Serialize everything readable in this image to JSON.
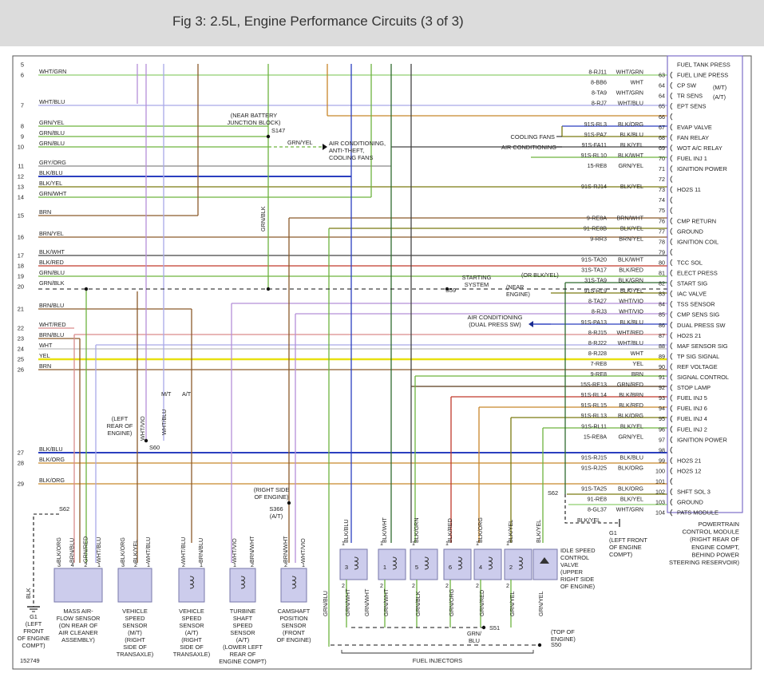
{
  "title": "Fig 3: 2.5L, Engine Performance Circuits (3 of 3)",
  "figure_id": "152749",
  "colors": {
    "green": "#6db33f",
    "brown": "#8b5a2b",
    "blue": "#2b3fbf",
    "yellow": "#e8e010",
    "violet": "#b58fd8",
    "red": "#c0392b",
    "orange": "#e08a2a",
    "white": "#bdbdbd",
    "gray": "#888888",
    "black": "#222222",
    "pink": "#e9a9c9"
  },
  "left_wires": [
    {
      "num": "5",
      "color": ""
    },
    {
      "num": "6",
      "color": "WHT/GRN"
    },
    {
      "num": "7",
      "color": "WHT/BLU"
    },
    {
      "num": "8",
      "color": "GRN/YEL"
    },
    {
      "num": "9",
      "color": "GRN/BLU"
    },
    {
      "num": "10",
      "color": "GRN/BLU"
    },
    {
      "num": "11",
      "color": "GRY/ORG"
    },
    {
      "num": "12",
      "color": "BLK/BLU"
    },
    {
      "num": "13",
      "color": "BLK/YEL"
    },
    {
      "num": "14",
      "color": "GRN/WHT"
    },
    {
      "num": "15",
      "color": "BRN"
    },
    {
      "num": "16",
      "color": "BRN/YEL"
    },
    {
      "num": "17",
      "color": "BLK/WHT"
    },
    {
      "num": "18",
      "color": "BLK/RED"
    },
    {
      "num": "19",
      "color": "GRN/BLU"
    },
    {
      "num": "20",
      "color": "GRN/BLK"
    },
    {
      "num": "21",
      "color": "BRN/BLU"
    },
    {
      "num": "22",
      "color": "WHT/RED"
    },
    {
      "num": "23",
      "color": "BRN/BLU"
    },
    {
      "num": "24",
      "color": "WHT"
    },
    {
      "num": "25",
      "color": "YEL"
    },
    {
      "num": "26",
      "color": "BRN"
    },
    {
      "num": "27",
      "color": "BLK/BLU"
    },
    {
      "num": "28",
      "color": "BLK/ORG"
    },
    {
      "num": "29",
      "color": "BLK/ORG"
    }
  ],
  "pcm_pins": [
    {
      "circuit": "",
      "color": "",
      "pin": "",
      "label": "FUEL TANK PRESS"
    },
    {
      "circuit": "8-RJ11",
      "color": "WHT/GRN",
      "pin": "63",
      "label": "FUEL LINE PRESS"
    },
    {
      "circuit": "8-BB6",
      "color": "WHT",
      "pin": "64",
      "label": "CP SW"
    },
    {
      "circuit": "8-TA9",
      "color": "WHT/GRN",
      "pin": "64",
      "label": "TR SENS"
    },
    {
      "circuit": "8-RJ7",
      "color": "WHT/BLU",
      "pin": "65",
      "label": "EPT SENS"
    },
    {
      "circuit": "",
      "color": "",
      "pin": "66",
      "label": ""
    },
    {
      "circuit": "91S-RL3",
      "color": "BLK/ORG",
      "pin": "67",
      "label": "EVAP VALVE"
    },
    {
      "circuit": "91S-PA7",
      "color": "BLK/BLU",
      "pin": "68",
      "label": "FAN RELAY"
    },
    {
      "circuit": "91S-FA11",
      "color": "BLK/YEL",
      "pin": "69",
      "label": "WOT A/C RELAY"
    },
    {
      "circuit": "91S-RL10",
      "color": "BLK/WHT",
      "pin": "70",
      "label": "FUEL INJ 1"
    },
    {
      "circuit": "15-RE8",
      "color": "GRN/YEL",
      "pin": "71",
      "label": "IGNITION POWER"
    },
    {
      "circuit": "",
      "color": "",
      "pin": "72",
      "label": ""
    },
    {
      "circuit": "91S-RJ14",
      "color": "BLK/YEL",
      "pin": "73",
      "label": "HO2S 11"
    },
    {
      "circuit": "",
      "color": "",
      "pin": "74",
      "label": ""
    },
    {
      "circuit": "",
      "color": "",
      "pin": "75",
      "label": ""
    },
    {
      "circuit": "9-RE8A",
      "color": "BRN/WHT",
      "pin": "76",
      "label": "CMP RETURN"
    },
    {
      "circuit": "91-RE8B",
      "color": "BLK/YEL",
      "pin": "77",
      "label": "GROUND"
    },
    {
      "circuit": "9-RR3",
      "color": "BRN/YEL",
      "pin": "78",
      "label": "IGNITION COIL"
    },
    {
      "circuit": "",
      "color": "",
      "pin": "79",
      "label": ""
    },
    {
      "circuit": "91S-TA20",
      "color": "BLK/WHT",
      "pin": "80",
      "label": "TCC SOL"
    },
    {
      "circuit": "31S-TA17",
      "color": "BLK/RED",
      "pin": "81",
      "label": "ELECT PRESS"
    },
    {
      "circuit": "31S-TA9",
      "color": "BLK/GRN",
      "pin": "82",
      "label": "START SIG"
    },
    {
      "circuit": "91S-RL9",
      "color": "BLK/YEL",
      "pin": "83",
      "label": "IAC VALVE"
    },
    {
      "circuit": "8-TA27",
      "color": "WHT/VIO",
      "pin": "84",
      "label": "TSS SENSOR"
    },
    {
      "circuit": "8-RJ3",
      "color": "WHT/VIO",
      "pin": "85",
      "label": "CMP SENS SIG"
    },
    {
      "circuit": "91S-PA13",
      "color": "BLK/BLU",
      "pin": "86",
      "label": "DUAL PRESS SW"
    },
    {
      "circuit": "8-RJ15",
      "color": "WHT/RED",
      "pin": "87",
      "label": "HO2S 21"
    },
    {
      "circuit": "8-RJ22",
      "color": "WHT/BLU",
      "pin": "88",
      "label": "MAF SENSOR SIG"
    },
    {
      "circuit": "8-RJ28",
      "color": "WHT",
      "pin": "89",
      "label": "TP SIG SIGNAL"
    },
    {
      "circuit": "7-RE8",
      "color": "YEL",
      "pin": "90",
      "label": "REF VOLTAGE"
    },
    {
      "circuit": "9-RE8",
      "color": "BRN",
      "pin": "91",
      "label": "SIGNAL CONTROL"
    },
    {
      "circuit": "15S-RE13",
      "color": "GRN/RED",
      "pin": "92",
      "label": "STOP LAMP"
    },
    {
      "circuit": "91S-RL14",
      "color": "BLK/BRN",
      "pin": "93",
      "label": "FUEL INJ 5"
    },
    {
      "circuit": "91S-RL15",
      "color": "BLK/RED",
      "pin": "94",
      "label": "FUEL INJ 6"
    },
    {
      "circuit": "91S-RL13",
      "color": "BLK/ORG",
      "pin": "95",
      "label": "FUEL INJ 4"
    },
    {
      "circuit": "91S-RL11",
      "color": "BLK/YEL",
      "pin": "96",
      "label": "FUEL INJ 2"
    },
    {
      "circuit": "15-RE8A",
      "color": "GRN/YEL",
      "pin": "97",
      "label": "IGNITION POWER"
    },
    {
      "circuit": "",
      "color": "",
      "pin": "98",
      "label": ""
    },
    {
      "circuit": "91S-RJ15",
      "color": "BLK/BLU",
      "pin": "99",
      "label": "HO2S 21"
    },
    {
      "circuit": "91S-RJ25",
      "color": "BLK/ORG",
      "pin": "100",
      "label": "HO2S 12"
    },
    {
      "circuit": "",
      "color": "",
      "pin": "101",
      "label": ""
    },
    {
      "circuit": "91S-TA25",
      "color": "BLK/ORG",
      "pin": "102",
      "label": "SHFT SOL 3"
    },
    {
      "circuit": "91-RE8",
      "color": "BLK/YEL",
      "pin": "103",
      "label": "GROUND"
    },
    {
      "circuit": "8-GL37",
      "color": "WHT/GRN",
      "pin": "104",
      "label": "PATS MODULE"
    }
  ],
  "pcm": {
    "label": "POWERTRAIN\nCONTROL MODULE\n(RIGHT REAR OF\nENGINE COMPT,\nBEHIND POWER\nSTEERING RESERVOIR)",
    "mt": "(M/T)",
    "at": "(A/T)"
  },
  "annotations": {
    "battery": "(NEAR BATTERY\nJUNCTION BLOCK)",
    "s147": "S147",
    "s147_wire": "GRN/YEL",
    "ac_anti_theft": "AIR CONDITIONING,\nANTI-THEFT,\nCOOLING FANS",
    "cooling_fans": "COOLING FANS",
    "air_conditioning": "AIR CONDITIONING",
    "grn_blk_vertical": "GRN/BLK",
    "starting_system": "STARTING\nSYSTEM",
    "or_blk_yel": "(OR BLK/YEL)",
    "near_engine": "(NEAR\nENGINE)",
    "s59": "S59",
    "ac_dual": "AIR CONDITIONING\n(DUAL PRESS SW)",
    "mt_at": "M/T",
    "at_only": "A/T",
    "wht_blu_vert": "WHT/BLU",
    "wht_vio_vert": "WHT/VIO",
    "left_rear_engine": "(LEFT\nREAR OF\nENGINE)",
    "s60": "S60",
    "s62_left": "S62",
    "s62_right": "S62",
    "s366": "S366\n(A/T)",
    "right_side_engine": "(RIGHT SIDE\nOF ENGINE)",
    "blk_yel_ground": "BLK/YEL",
    "g1_right": "G1\n(LEFT FRONT\nOF ENGINE\nCOMPT)",
    "s51": "S51",
    "s50": "S50",
    "top_of_engine": "(TOP OF\nENGINE)",
    "grn_blu_bottom": "GRN/\nBLU",
    "fuel_injectors": "FUEL INJECTORS"
  },
  "components": [
    {
      "name": "G1\n(LEFT\nFRONT\nOF ENGINE\nCOMPT)",
      "wires": [
        "BLK"
      ]
    },
    {
      "name": "MASS AIR-\nFLOW SENSOR\n(ON REAR OF\nAIR CLEANER\nASSEMBLY)",
      "wires": [
        "BLK/ORG",
        "BRN/BLU",
        "GRN/RED",
        "WHT/BLU"
      ],
      "pins": [
        "3",
        "4",
        "2",
        "1"
      ]
    },
    {
      "name": "VEHICLE\nSPEED\nSENSOR\n(M/T)\n(RIGHT\nSIDE OF\nTRANSAXLE)",
      "wires": [
        "BLK/ORG",
        "BLK/YEL",
        "WHT/BLU"
      ],
      "pins": [
        "3",
        "2",
        "1"
      ]
    },
    {
      "name": "VEHICLE\nSPEED\nSENSOR\n(A/T)\n(RIGHT\nSIDE OF\nTRANSAXLE)",
      "wires": [
        "WHT/BLU",
        "BRN/BLU"
      ],
      "pins": [
        "2",
        "1"
      ]
    },
    {
      "name": "TURBINE\nSHAFT\nSPEED\nSENSOR\n(A/T)\n(LOWER LEFT\nREAR OF\nENGINE COMPT)",
      "wires": [
        "WHT/VIO",
        "BRN/WHT"
      ],
      "pins": [
        "1",
        "2"
      ]
    },
    {
      "name": "CAMSHAFT\nPOSITION\nSENSOR\n(FRONT\nOF ENGINE)",
      "wires": [
        "BRN/WHT",
        "WHT/VIO"
      ],
      "pins": [
        "2",
        "1"
      ]
    }
  ],
  "injectors": [
    {
      "num": "3",
      "top": "BLK/BLU",
      "bottom": "GRN/WHT"
    },
    {
      "num": "1",
      "top": "BLK/WHT",
      "bottom": "GRN/WHT"
    },
    {
      "num": "5",
      "top": "BLK/GRN",
      "bottom": "GRN/BLK"
    },
    {
      "num": "6",
      "top": "BLK/RED",
      "bottom": "GRN/ORG"
    },
    {
      "num": "4",
      "top": "BLK/ORG",
      "bottom": "GRN/RED"
    },
    {
      "num": "2",
      "top": "BLK/YEL",
      "bottom": "GRN/YEL"
    }
  ],
  "iac": {
    "top": "BLK/YEL",
    "bottom": "GRN/YEL",
    "label": "IDLE SPEED\nCONTROL\nVALVE\n(UPPER\nRIGHT SIDE\nOF ENGINE)"
  },
  "bottom_left_vert": [
    "GRN/BLU",
    "GRN/WHT"
  ]
}
